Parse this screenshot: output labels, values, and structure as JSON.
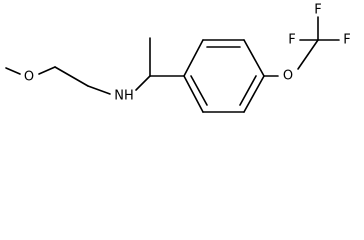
{
  "molecule": {
    "atoms": {
      "methoxy_o": "O",
      "amine_n": "NH",
      "ether_o": "O",
      "fluorine_1": "F",
      "fluorine_2": "F",
      "fluorine_3": "F"
    }
  }
}
